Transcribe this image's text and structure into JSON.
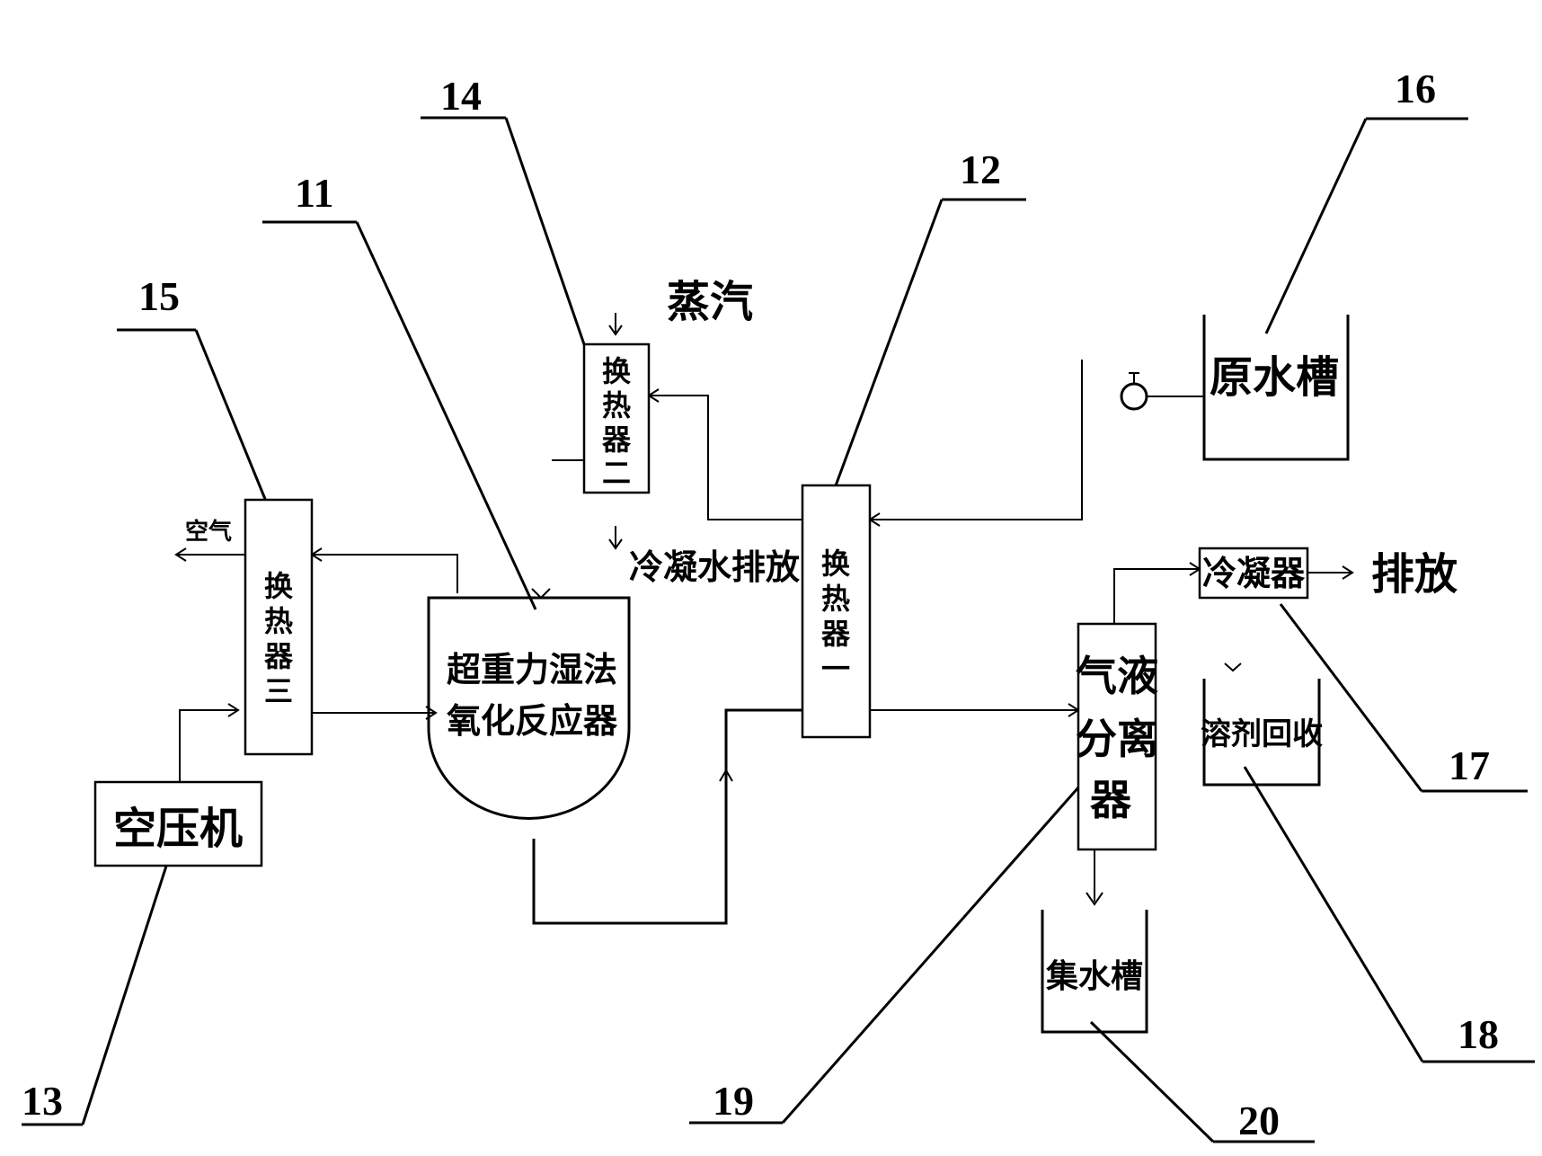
{
  "labels": {
    "n11": "11",
    "n12": "12",
    "n13": "13",
    "n14": "14",
    "n15": "15",
    "n16": "16",
    "n17": "17",
    "n18": "18",
    "n19": "19",
    "n20": "20"
  },
  "equipment": {
    "air_compressor": "空压机",
    "reactor_line1": "超重力湿法",
    "reactor_line2": "氧化反应器",
    "hx1_chars": [
      "换",
      "热",
      "器",
      "一"
    ],
    "hx2_chars": [
      "换",
      "热",
      "器",
      "二"
    ],
    "hx3_chars": [
      "换",
      "热",
      "器",
      "三"
    ],
    "raw_water_tank": "原水槽",
    "condenser": "冷凝器",
    "solvent_recovery": "溶剂回收",
    "separator_line1": "气液",
    "separator_line2": "分离",
    "separator_line3": "器",
    "water_collection_tank": "集水槽"
  },
  "streams": {
    "steam": "蒸汽",
    "air_out": "空气",
    "condensate_discharge": "冷凝水排放",
    "vent_discharge": "排放"
  }
}
